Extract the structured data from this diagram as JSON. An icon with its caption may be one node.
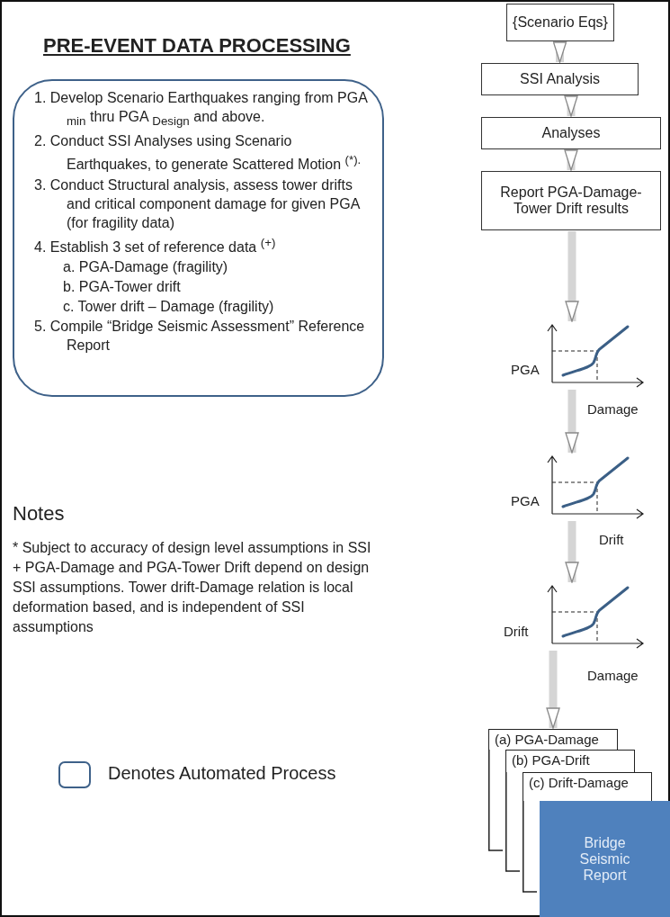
{
  "diagram": {
    "title": "PRE-EVENT DATA PROCESSING",
    "nodes": [
      {
        "text": [
          "1. Develop Scenario Earthquakes ranging from PGA $_{min}$ thru PGA $_{Design}$ and above.",
          "2. Conduct SSI Analyses using Scenario Earthquakes, to generate Scattered Motion $^{(*).}$",
          "3. Conduct Structural analysis, assess tower drifts and critical component damage for given PGA (for fragility data)",
          "4. Establish 3 set of reference data $^{(+)}$",
          "a. PGA-Damage (fragility)",
          "b. PGA-Tower drift",
          "c. Tower drift – Damage (fragility)",
          "5. Compile “Bridge Seismic Assessment” Reference Report"
        ]
      },
      {
        "text": [
          "{Scenario Eqs}"
        ]
      },
      {
        "text": [
          "SSI Analysis"
        ]
      },
      {
        "text": [
          "Analyses"
        ]
      },
      {
        "text": [
          "Report PGA-Damage-Tower Drift results"
        ]
      },
      {
        "text": [],
        "shape": "picture",
        "beside": [
          "PGA",
          "Damage"
        ]
      },
      {
        "text": [],
        "shape": "picture",
        "beside": [
          "PGA",
          "Drift"
        ]
      },
      {
        "text": [],
        "shape": "picture",
        "beside": [
          "Drift",
          "Damage"
        ]
      },
      {
        "text": [
          "(a) PGA-Damage"
        ]
      },
      {
        "text": [
          "(b) PGA-Drift"
        ]
      },
      {
        "text": [
          "(c) Drift-Damage"
        ]
      },
      {
        "text": [
          "Bridge Seismic Report"
        ]
      }
    ],
    "edges": [
      {
        "from": 1,
        "to": 2,
        "arrow": "to"
      },
      {
        "from": 2,
        "to": 3,
        "arrow": "to"
      },
      {
        "from": 3,
        "to": 4,
        "arrow": "to"
      },
      {
        "from": 4,
        "to": 5,
        "arrow": "to"
      },
      {
        "from": 5,
        "to": 6,
        "arrow": "to"
      },
      {
        "from": 6,
        "to": 7,
        "arrow": "to"
      },
      {
        "from": 7,
        "to": 8,
        "arrow": "to"
      }
    ],
    "labels": [
      "Notes",
      "* Subject to accuracy of design level assumptions in SSI",
      "+ PGA-Damage and PGA-Tower Drift depend on design SSI assumptions. Tower drift-Damage relation is local deformation based, and is independent of SSI assumptions"
    ],
    "legend": [
      {
        "text": "Denotes Automated Process"
      }
    ]
  }
}
